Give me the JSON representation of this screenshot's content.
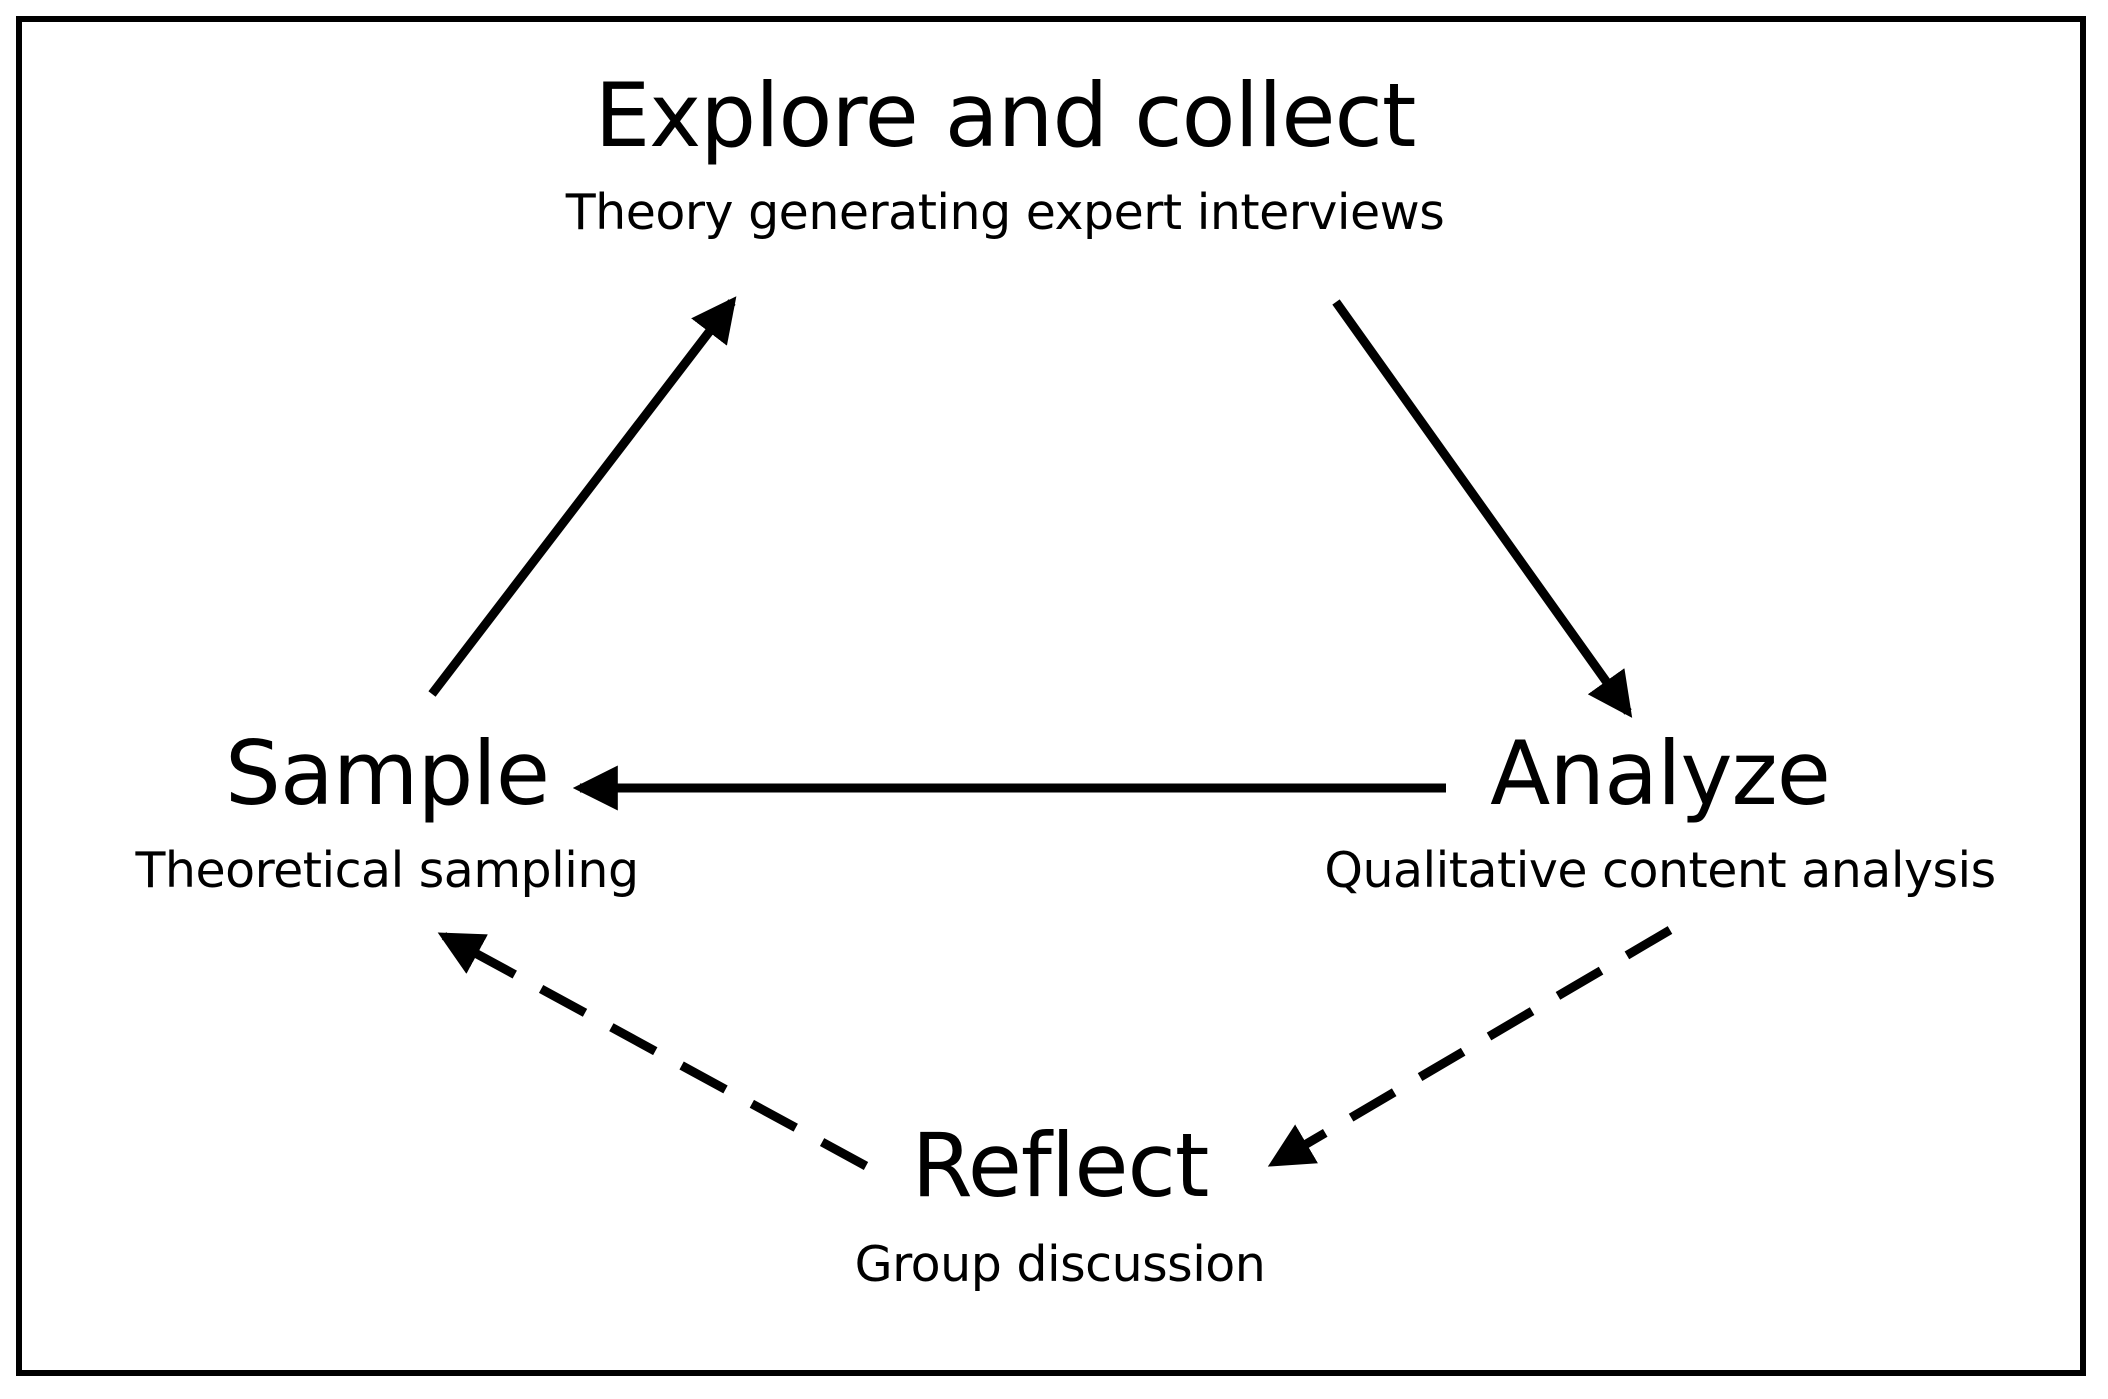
{
  "nodes": {
    "explore": {
      "title": "Explore and collect",
      "subtitle": "Theory generating expert interviews"
    },
    "analyze": {
      "title": "Analyze",
      "subtitle": "Qualitative content analysis"
    },
    "reflect": {
      "title": "Reflect",
      "subtitle": "Group discussion"
    },
    "sample": {
      "title": "Sample",
      "subtitle": "Theoretical sampling"
    }
  },
  "edges": [
    {
      "from": "sample",
      "to": "explore",
      "style": "solid"
    },
    {
      "from": "explore",
      "to": "analyze",
      "style": "solid"
    },
    {
      "from": "analyze",
      "to": "sample",
      "style": "solid"
    },
    {
      "from": "analyze",
      "to": "reflect",
      "style": "dashed"
    },
    {
      "from": "reflect",
      "to": "sample",
      "style": "dashed"
    }
  ],
  "colors": {
    "stroke": "#000000",
    "background": "#ffffff"
  }
}
